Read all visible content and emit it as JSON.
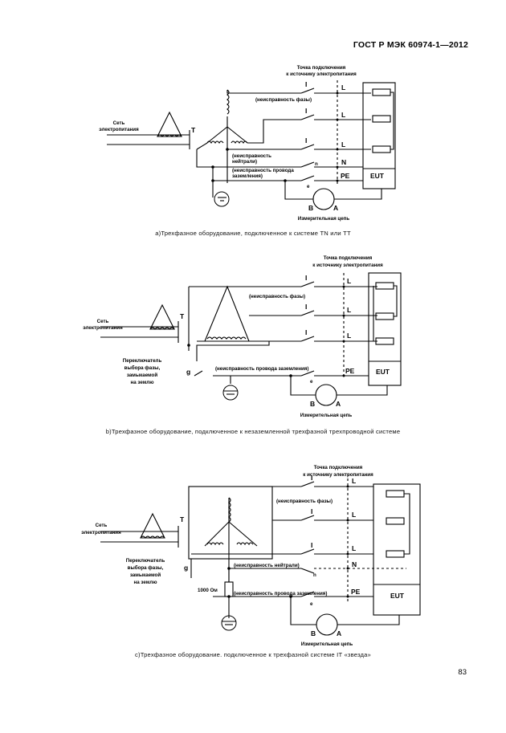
{
  "header": "ГОСТ Р МЭК 60974-1—2012",
  "page_number": "83",
  "common": {
    "connection_points": [
      "Точка подключения",
      "к источнику электропитания"
    ],
    "supply": [
      "Сеть",
      "электропитания"
    ],
    "phase_fault": "(неисправность фазы)",
    "neutral_fault_a": [
      "(неисправность",
      "нейтрали)"
    ],
    "neutral_fault_c": "(неисправность нейтрали)",
    "earth_fault_a": [
      "(неисправность провода",
      "заземления)"
    ],
    "earth_fault": "(неисправность провода заземления)",
    "measuring_circuit": "Измерительная цепь",
    "selector": [
      "Переключатель",
      "выбора фазы,",
      "замыкаемой",
      "на землю"
    ],
    "resistor_value": "1000 Ом",
    "eut": "EUT",
    "l": "L",
    "n": "N",
    "pe": "PE",
    "i": "I",
    "t": "T",
    "g": "g",
    "e": "e",
    "b": "B",
    "a": "A",
    "n_small": "n"
  },
  "captions": {
    "a": "а)Трехфазное оборудование, подключенное к системе TN или ТТ",
    "b": "b)Трехфазное оборудование, подключенное к незаземленной трехфазной трехпроводной системе",
    "c": "с)Трехфазное оборудование. подключенное к трехфазной системе IT «звезда»"
  }
}
